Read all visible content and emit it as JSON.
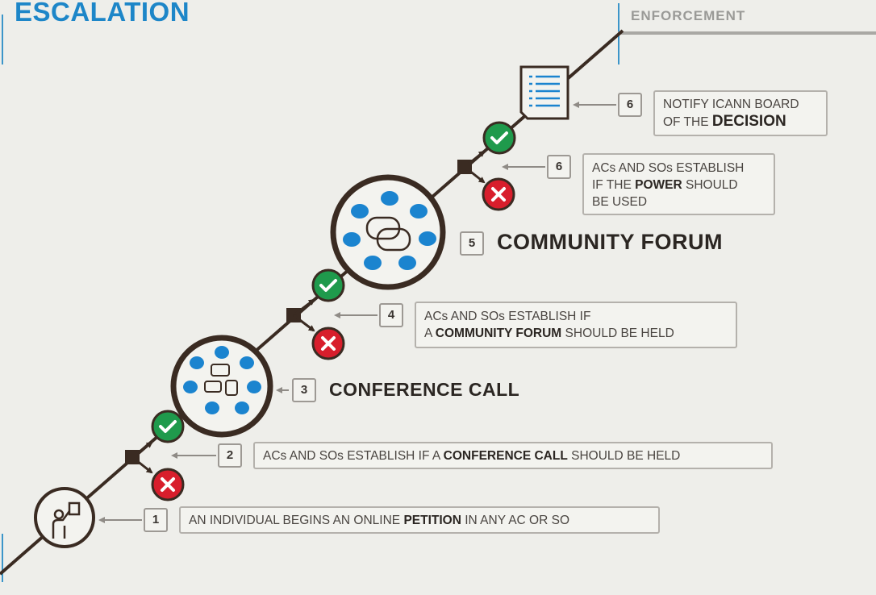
{
  "header": {
    "title": "ESCALATION",
    "right_label": "ENFORCEMENT"
  },
  "steps": {
    "s1": {
      "num": "1",
      "pre": "AN INDIVIDUAL BEGINS AN ONLINE ",
      "bold": "PETITION",
      "post": " IN ANY AC OR SO"
    },
    "s2": {
      "num": "2",
      "pre": "ACs AND SOs ESTABLISH IF A ",
      "bold": "CONFERENCE CALL",
      "post": " SHOULD BE HELD"
    },
    "s3": {
      "num": "3",
      "label": "CONFERENCE CALL"
    },
    "s4": {
      "num": "4",
      "line1": "ACs AND SOs ESTABLISH IF",
      "line2_pre": "A ",
      "line2_bold": "COMMUNITY FORUM",
      "line2_post": " SHOULD BE HELD"
    },
    "s5": {
      "num": "5",
      "label": "COMMUNITY FORUM"
    },
    "s6a": {
      "num": "6",
      "line1": "ACs AND SOs ESTABLISH",
      "line2_pre": "IF THE ",
      "line2_bold": "POWER",
      "line2_post": " SHOULD",
      "line3": "BE USED"
    },
    "s6b": {
      "num": "6",
      "line1": "NOTIFY ICANN BOARD",
      "line2_pre": "OF THE ",
      "line2_bold": "DECISION"
    }
  },
  "colors": {
    "accent_blue": "#1d86c8",
    "node_blue": "#1b84cf",
    "approve_green": "#1f9a4c",
    "reject_red": "#d81e2c",
    "line_dark": "#3a2b22"
  },
  "icons": [
    "petition-person-icon",
    "conference-call-icon",
    "community-forum-icon",
    "document-icon",
    "checkmark-icon",
    "x-icon",
    "decision-node-icon"
  ]
}
